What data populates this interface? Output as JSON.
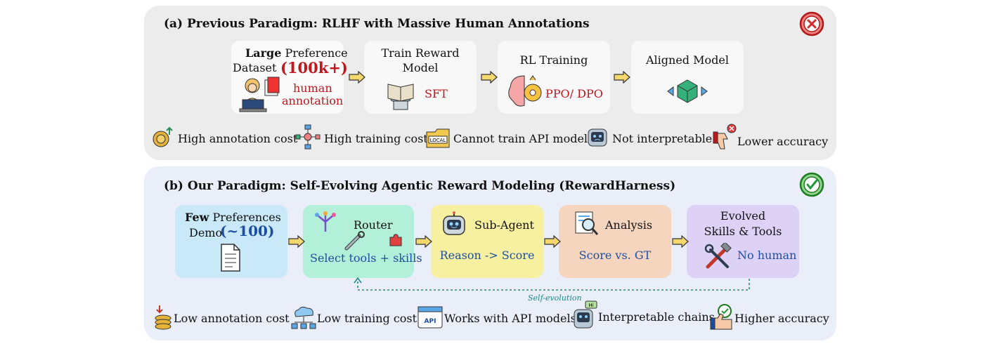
{
  "panel_a": {
    "title": "(a) Previous Paradigm: RLHF with Massive Human Annotations",
    "boxes": {
      "dataset": {
        "bold": "Large",
        "line1": "Preference",
        "line2": "Dataset",
        "big": "(100k+)",
        "sub1": "human",
        "sub2": "annotation"
      },
      "reward": {
        "line1": "Train Reward",
        "line2": "Model",
        "tag": "SFT"
      },
      "rl": {
        "line1": "RL Training",
        "tag": "PPO/ DPO"
      },
      "aligned": {
        "line1": "Aligned Model"
      }
    },
    "costs": [
      "High annotation cost",
      "High training cost",
      "Cannot train API models",
      "Not interpretable",
      "Lower accuracy"
    ],
    "local_label": "LOCAL"
  },
  "panel_b": {
    "title": "(b) Our Paradigm: Self-Evolving Agentic Reward Modeling (RewardHarness)",
    "boxes": {
      "few": {
        "bold": "Few",
        "line1": "Preferences",
        "line2": "Demo",
        "big": "(~100)"
      },
      "router": {
        "line1": "Router",
        "tag": "Select tools + skills"
      },
      "subagent": {
        "line1": "Sub-Agent",
        "tag": "Reason -> Score"
      },
      "analysis": {
        "line1": "Analysis",
        "tag": "Score vs. GT"
      },
      "evolved": {
        "line1": "Evolved",
        "line2": "Skills & Tools",
        "tag": "No human"
      }
    },
    "loop_label": "Self-evolution",
    "costs": [
      "Low annotation cost",
      "Low training cost",
      "Works with API models",
      "Interpretable chains",
      "Higher accuracy"
    ],
    "api_label": "API",
    "hi_label": "Hi"
  },
  "colors": {
    "panel_a_bg": "#ececec",
    "panel_b_bg": "#e9eef8",
    "box_few": "#c9e8f8",
    "box_router": "#b3f0d9",
    "box_subagent": "#f7f0a0",
    "box_analysis": "#f6d5bf",
    "box_evolved": "#ddd2f5",
    "red_text": "#c0161e",
    "blue_text": "#1e4ea0",
    "arrow": "#f5d76e"
  }
}
